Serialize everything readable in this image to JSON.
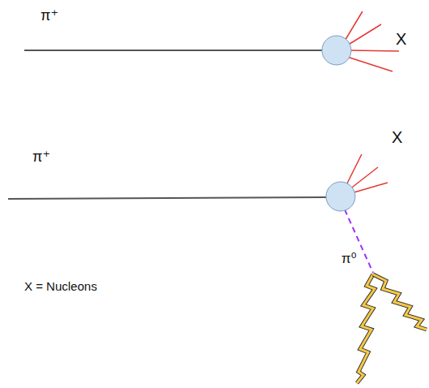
{
  "diagram": {
    "labels": [
      "π⁺",
      "X",
      "π⁺",
      "X",
      "π⁰",
      "X = Nucleons"
    ]
  }
}
